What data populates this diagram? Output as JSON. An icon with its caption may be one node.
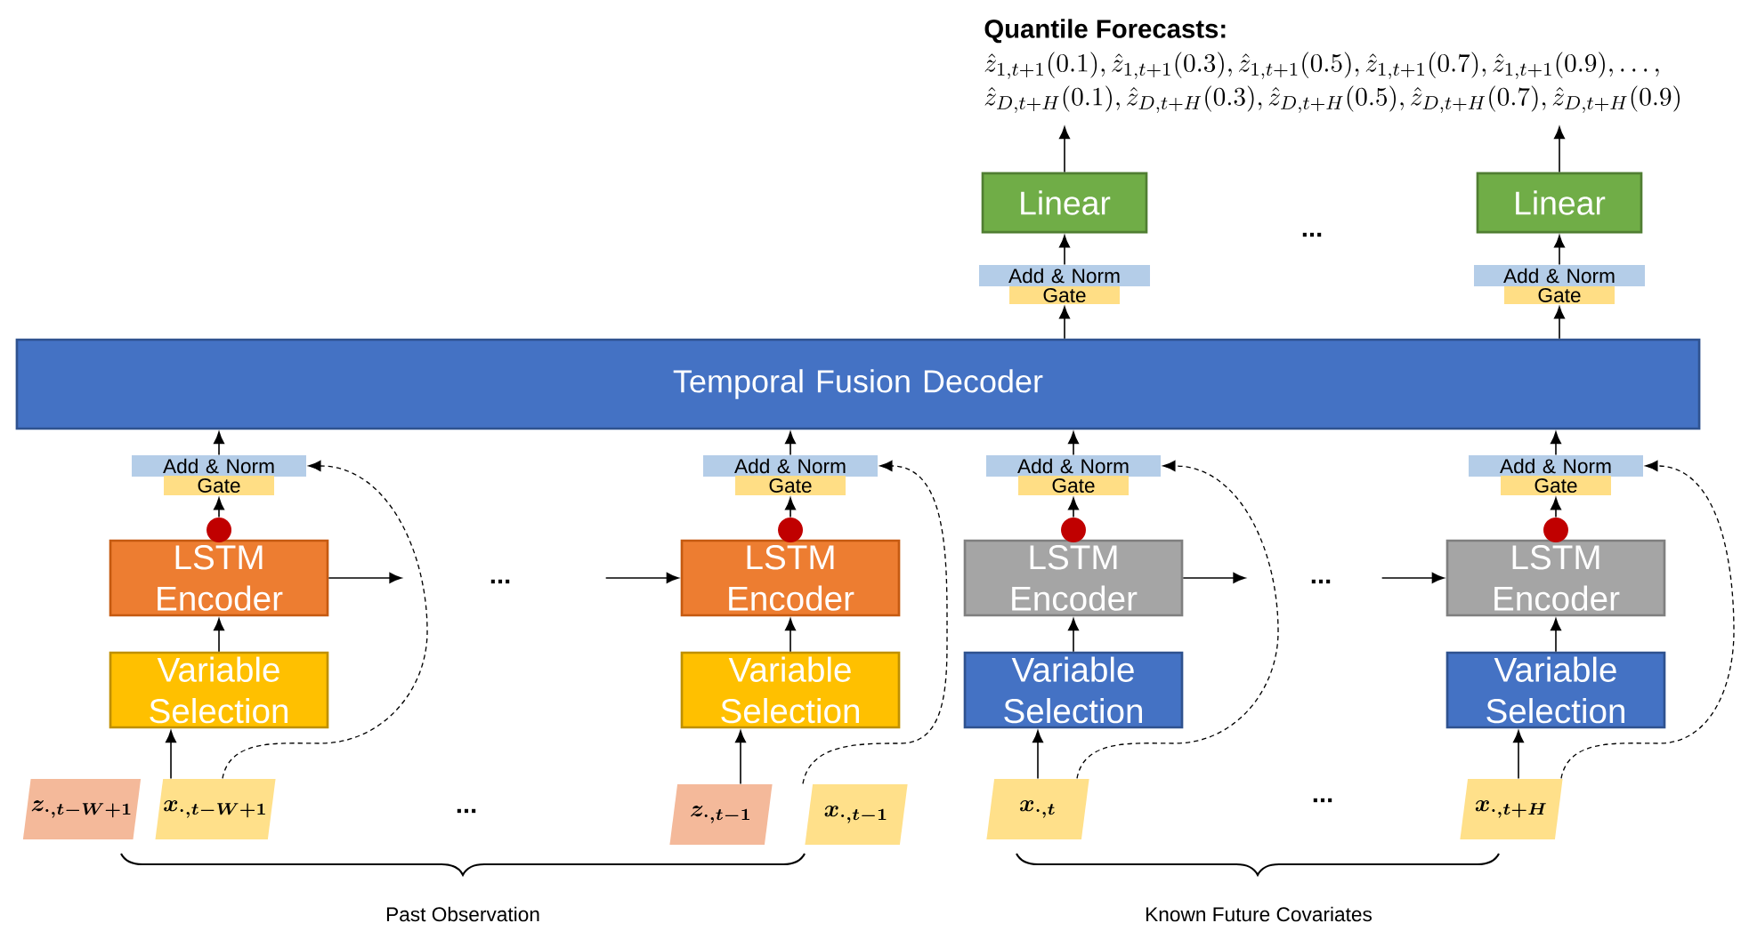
{
  "diagram": {
    "nodes": [
      {
        "text": [
          "Quantile Forecasts:",
          "\\hat{z}_{1,t+1}(0.1), \\hat{z}_{1,t+1}(0.3), \\hat{z}_{1,t+1}(0.5), \\hat{z}_{1,t+1}(0.7), \\hat{z}_{1,t+1}(0.9), \\ldots,",
          "\\hat{z}_{D,t+H}(0.1), \\hat{z}_{D,t+H}(0.3), \\hat{z}_{D,t+H}(0.5), \\hat{z}_{D,t+H}(0.7), \\hat{z}_{D,t+H}(0.9)"
        ]
      },
      {
        "text": [
          "Linear"
        ]
      },
      {
        "text": [
          "Linear"
        ]
      },
      {
        "text": [
          "Add & Norm"
        ]
      },
      {
        "text": [
          "Gate"
        ]
      },
      {
        "text": [
          "Add & Norm"
        ]
      },
      {
        "text": [
          "Gate"
        ]
      },
      {
        "text": [
          "Temporal Fusion Decoder"
        ]
      },
      {
        "text": [
          "Add & Norm"
        ]
      },
      {
        "text": [
          "Gate"
        ]
      },
      {
        "text": [],
        "shape": "circle"
      },
      {
        "text": [
          "LSTM Encoder"
        ]
      },
      {
        "text": [
          "Variable Selection"
        ]
      },
      {
        "text": [
          "Add & Norm"
        ]
      },
      {
        "text": [
          "Gate"
        ]
      },
      {
        "text": [],
        "shape": "circle"
      },
      {
        "text": [
          "LSTM Encoder"
        ]
      },
      {
        "text": [
          "Variable Selection"
        ]
      },
      {
        "text": [
          "Add & Norm"
        ]
      },
      {
        "text": [
          "Gate"
        ]
      },
      {
        "text": [],
        "shape": "circle"
      },
      {
        "text": [
          "LSTM Encoder"
        ]
      },
      {
        "text": [
          "Variable Selection"
        ]
      },
      {
        "text": [
          "Add & Norm"
        ]
      },
      {
        "text": [
          "Gate"
        ]
      },
      {
        "text": [],
        "shape": "circle"
      },
      {
        "text": [
          "LSTM Encoder"
        ]
      },
      {
        "text": [
          "Variable Selection"
        ]
      },
      {
        "text": [
          "\\boldsymbol{z_{\\cdot,t-W+1}}"
        ]
      },
      {
        "text": [
          "\\boldsymbol{x_{\\cdot,t-W+1}}"
        ]
      },
      {
        "text": [
          "\\boldsymbol{z_{\\cdot,t-1}}"
        ]
      },
      {
        "text": [
          "\\boldsymbol{x_{\\cdot,t-1}}"
        ]
      },
      {
        "text": [
          "\\boldsymbol{x_{\\cdot,t}}"
        ]
      },
      {
        "text": [
          "\\boldsymbol{x_{\\cdot,t+H}}"
        ]
      }
    ],
    "edges": [
      {
        "from": 1,
        "to": 0,
        "arrow": "to"
      },
      {
        "from": 2,
        "to": 0,
        "arrow": "to"
      },
      {
        "from": 3,
        "to": 1,
        "arrow": "to"
      },
      {
        "from": 5,
        "to": 2,
        "arrow": "to"
      },
      {
        "from": 7,
        "to": 4,
        "arrow": "to"
      },
      {
        "from": 7,
        "to": 6,
        "arrow": "to"
      },
      {
        "from": 8,
        "to": 7,
        "arrow": "to"
      },
      {
        "from": 10,
        "to": 9,
        "arrow": "to"
      },
      {
        "from": 12,
        "to": 11,
        "arrow": "to"
      },
      {
        "from": 29,
        "to": 12,
        "arrow": "to"
      },
      {
        "from": 29,
        "to": 8,
        "arrow": "to",
        "style": "dashed"
      },
      {
        "from": 11,
        "to": null,
        "arrow": "to"
      },
      {
        "from": 13,
        "to": 7,
        "arrow": "to"
      },
      {
        "from": 15,
        "to": 14,
        "arrow": "to"
      },
      {
        "from": 17,
        "to": 16,
        "arrow": "to"
      },
      {
        "from": 30,
        "to": 17,
        "arrow": "to"
      },
      {
        "from": 31,
        "to": 13,
        "arrow": "to",
        "style": "dashed"
      },
      {
        "from": null,
        "to": 16,
        "arrow": "to"
      },
      {
        "from": 18,
        "to": 7,
        "arrow": "to"
      },
      {
        "from": 20,
        "to": 19,
        "arrow": "to"
      },
      {
        "from": 22,
        "to": 21,
        "arrow": "to"
      },
      {
        "from": 32,
        "to": 22,
        "arrow": "to"
      },
      {
        "from": 32,
        "to": 18,
        "arrow": "to",
        "style": "dashed"
      },
      {
        "from": 21,
        "to": null,
        "arrow": "to"
      },
      {
        "from": 23,
        "to": 7,
        "arrow": "to"
      },
      {
        "from": 25,
        "to": 24,
        "arrow": "to"
      },
      {
        "from": 27,
        "to": 26,
        "arrow": "to"
      },
      {
        "from": 33,
        "to": 27,
        "arrow": "to"
      },
      {
        "from": 33,
        "to": 23,
        "arrow": "to",
        "style": "dashed"
      },
      {
        "from": null,
        "to": 26,
        "arrow": "to"
      }
    ],
    "labels": [
      "...",
      "...",
      "...",
      "...",
      "...",
      "Past Observation",
      "Known Future Covariates"
    ]
  }
}
